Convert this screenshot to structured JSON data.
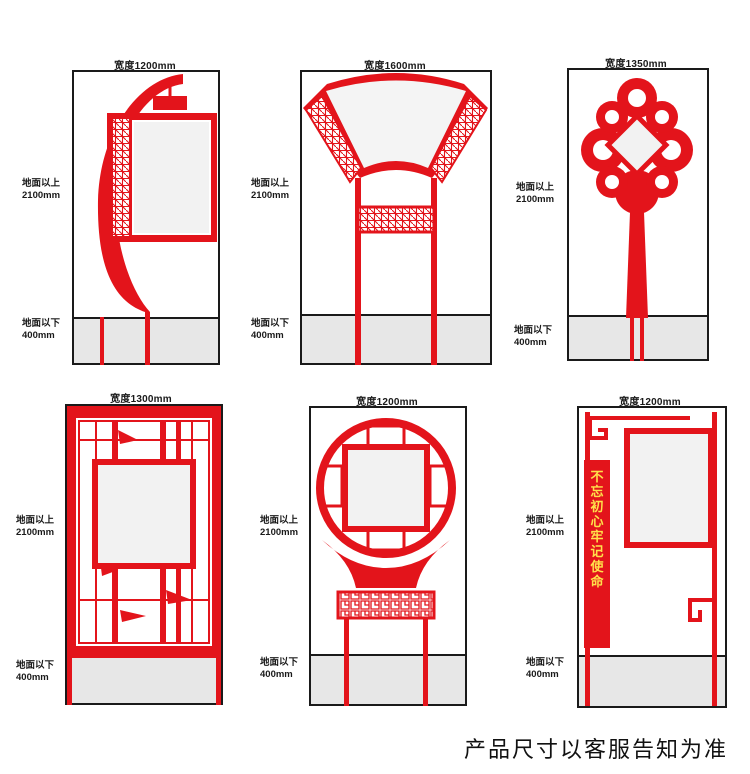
{
  "colors": {
    "accent": "#e3141b",
    "frame": "#1a1a1a",
    "panel_fill": "#f2f2f2",
    "ground_fill": "#e7e7e7"
  },
  "labels": {
    "above": "地面以上",
    "above_height": "2100mm",
    "below": "地面以下",
    "below_height": "400mm"
  },
  "signs": [
    {
      "width_label": "宽度1200mm",
      "style": "curved-pole-lantern"
    },
    {
      "width_label": "宽度1600mm",
      "style": "fan-arch"
    },
    {
      "width_label": "宽度1350mm",
      "style": "chinese-knot"
    },
    {
      "width_label": "宽度1300mm",
      "style": "bamboo-lattice"
    },
    {
      "width_label": "宽度1200mm",
      "style": "moon-gate"
    },
    {
      "width_label": "宽度1200mm",
      "style": "banner-fretwork"
    }
  ],
  "banner_text": "不忘初心 牢记使命",
  "footer": "产品尺寸以客服告知为准"
}
